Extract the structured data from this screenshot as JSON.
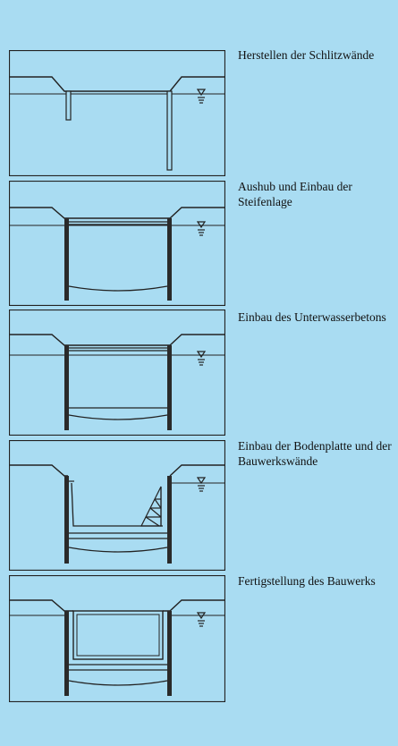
{
  "steps": [
    {
      "caption": "Herstellen der Schlitzwände"
    },
    {
      "caption": "Aushub und Einbau der Steifenlage"
    },
    {
      "caption": "Einbau des Unterwasserbetons"
    },
    {
      "caption": "Einbau der Bodenplatte und der Bauwerkswände"
    },
    {
      "caption": "Fertigstellung des Bauwerks"
    }
  ],
  "colors": {
    "background": "#a9dcf2",
    "ink": "#222222"
  }
}
